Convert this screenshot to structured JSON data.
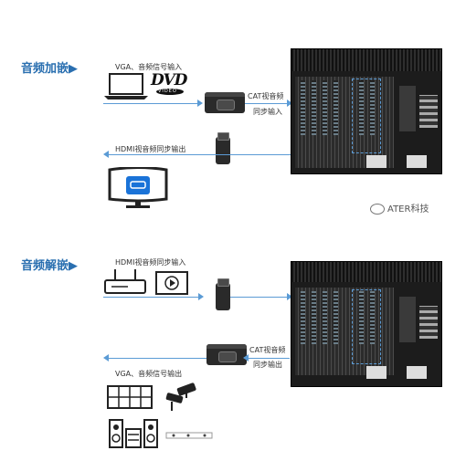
{
  "top": {
    "title": "音频加嵌▶",
    "vga_label": "VGA、音频信号输入",
    "cat_label_1": "CAT视音频",
    "cat_label_2": "同步输入",
    "hdmi_label": "HDMI视音频同步输出",
    "dvd_text": "DVD",
    "dvd_sub": "VIDEO"
  },
  "bottom": {
    "title": "音频解嵌▶",
    "hdmi_label": "HDMI视音频同步输入",
    "cat_label_1": "CAT视音频",
    "cat_label_2": "同步输出",
    "vga_label": "VGA、音频信号输出"
  },
  "watermark": "ATER科技",
  "colors": {
    "accent": "#2a6fb0",
    "line": "#5b9bd5",
    "chassis": "#1c1c1c"
  }
}
